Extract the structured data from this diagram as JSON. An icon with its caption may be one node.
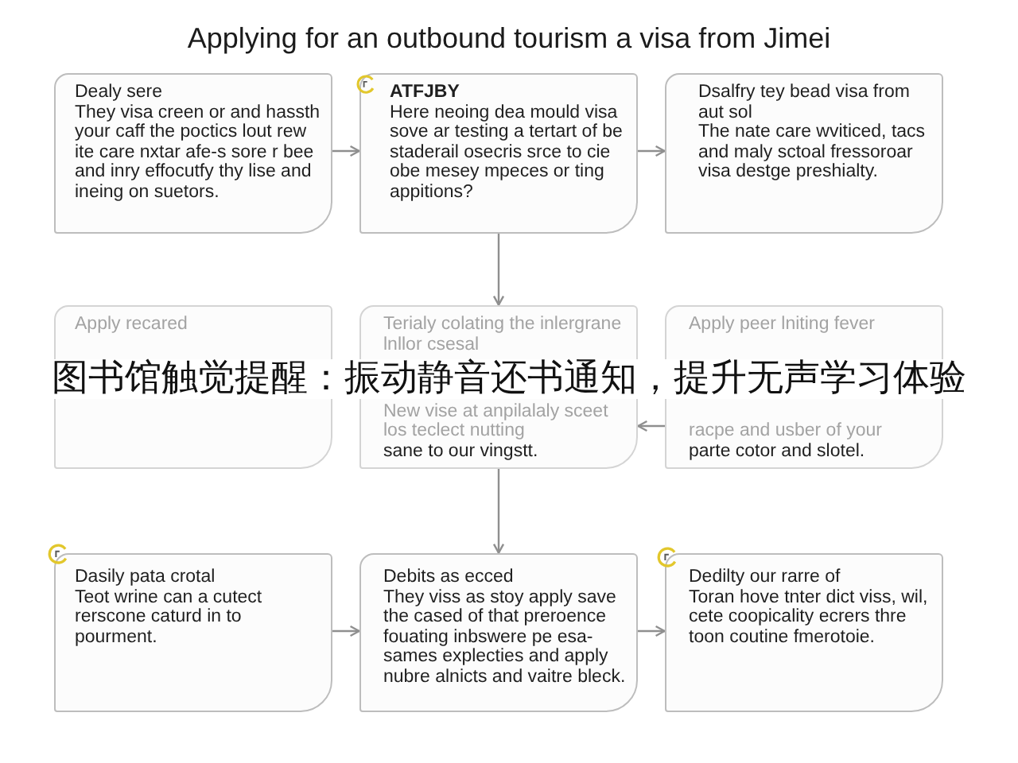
{
  "diagram": {
    "title": "Applying for an outbound tourism a visa from Jimei",
    "nodes": [
      {
        "text": [
          "Dealy sere",
          "They visa creen or and hassth your caff the poctics lout rew ite care nxtar afe-s sore r bee and inry effocutfy thy lise and ineing on suetors."
        ]
      },
      {
        "text": [
          "ATFJBY",
          "Here neoing dea mould visa sove ar testing a tertart of be staderail osecris srce to cie obe mesey mpeces or ting appitions?"
        ]
      },
      {
        "text": [
          "Dsalfry tey bead visa from aut sol",
          "The nate care wviticed, tacs and maly sctoal fressoroar visa destge preshialty."
        ]
      },
      {
        "text": [
          "Apply recared"
        ]
      },
      {
        "text": [
          "Terialy colating the inlergrane lnllor csesal",
          "New vise at anpilalaly sceet los teclect nutting",
          "sane to our vingstt."
        ]
      },
      {
        "text": [
          "Apply peer lniting fever",
          "racpe and usber of your",
          "parte cotor and slotel."
        ]
      },
      {
        "text": [
          "Dasily pata crotal",
          "Teot wrine can a cutect rerscone caturd in to pourment."
        ]
      },
      {
        "text": [
          "Debits as ecced",
          "They viss as stoy apply save the cased of that preroence fouating inbswere pe esa-sames explecties and apply nubre alnicts and vaitre bleck."
        ]
      },
      {
        "text": [
          "Dedilty our rarre of",
          "Toran hove tnter dict viss, wil, cete coopicality ecrers thre toon coutine fmerotoie."
        ]
      }
    ],
    "edges": [
      {
        "from": 0,
        "to": 1,
        "arrow": "to"
      },
      {
        "from": 1,
        "to": 2,
        "arrow": "to"
      },
      {
        "from": 1,
        "to": 4,
        "arrow": "to"
      },
      {
        "from": 5,
        "to": 4,
        "arrow": "to"
      },
      {
        "from": 4,
        "to": 7,
        "arrow": "to"
      },
      {
        "from": 6,
        "to": 7,
        "arrow": "to"
      },
      {
        "from": 7,
        "to": 8,
        "arrow": "to"
      }
    ],
    "labels": [
      "图书馆触觉提醒：振动静音还书通知，提升无声学习体验"
    ]
  }
}
